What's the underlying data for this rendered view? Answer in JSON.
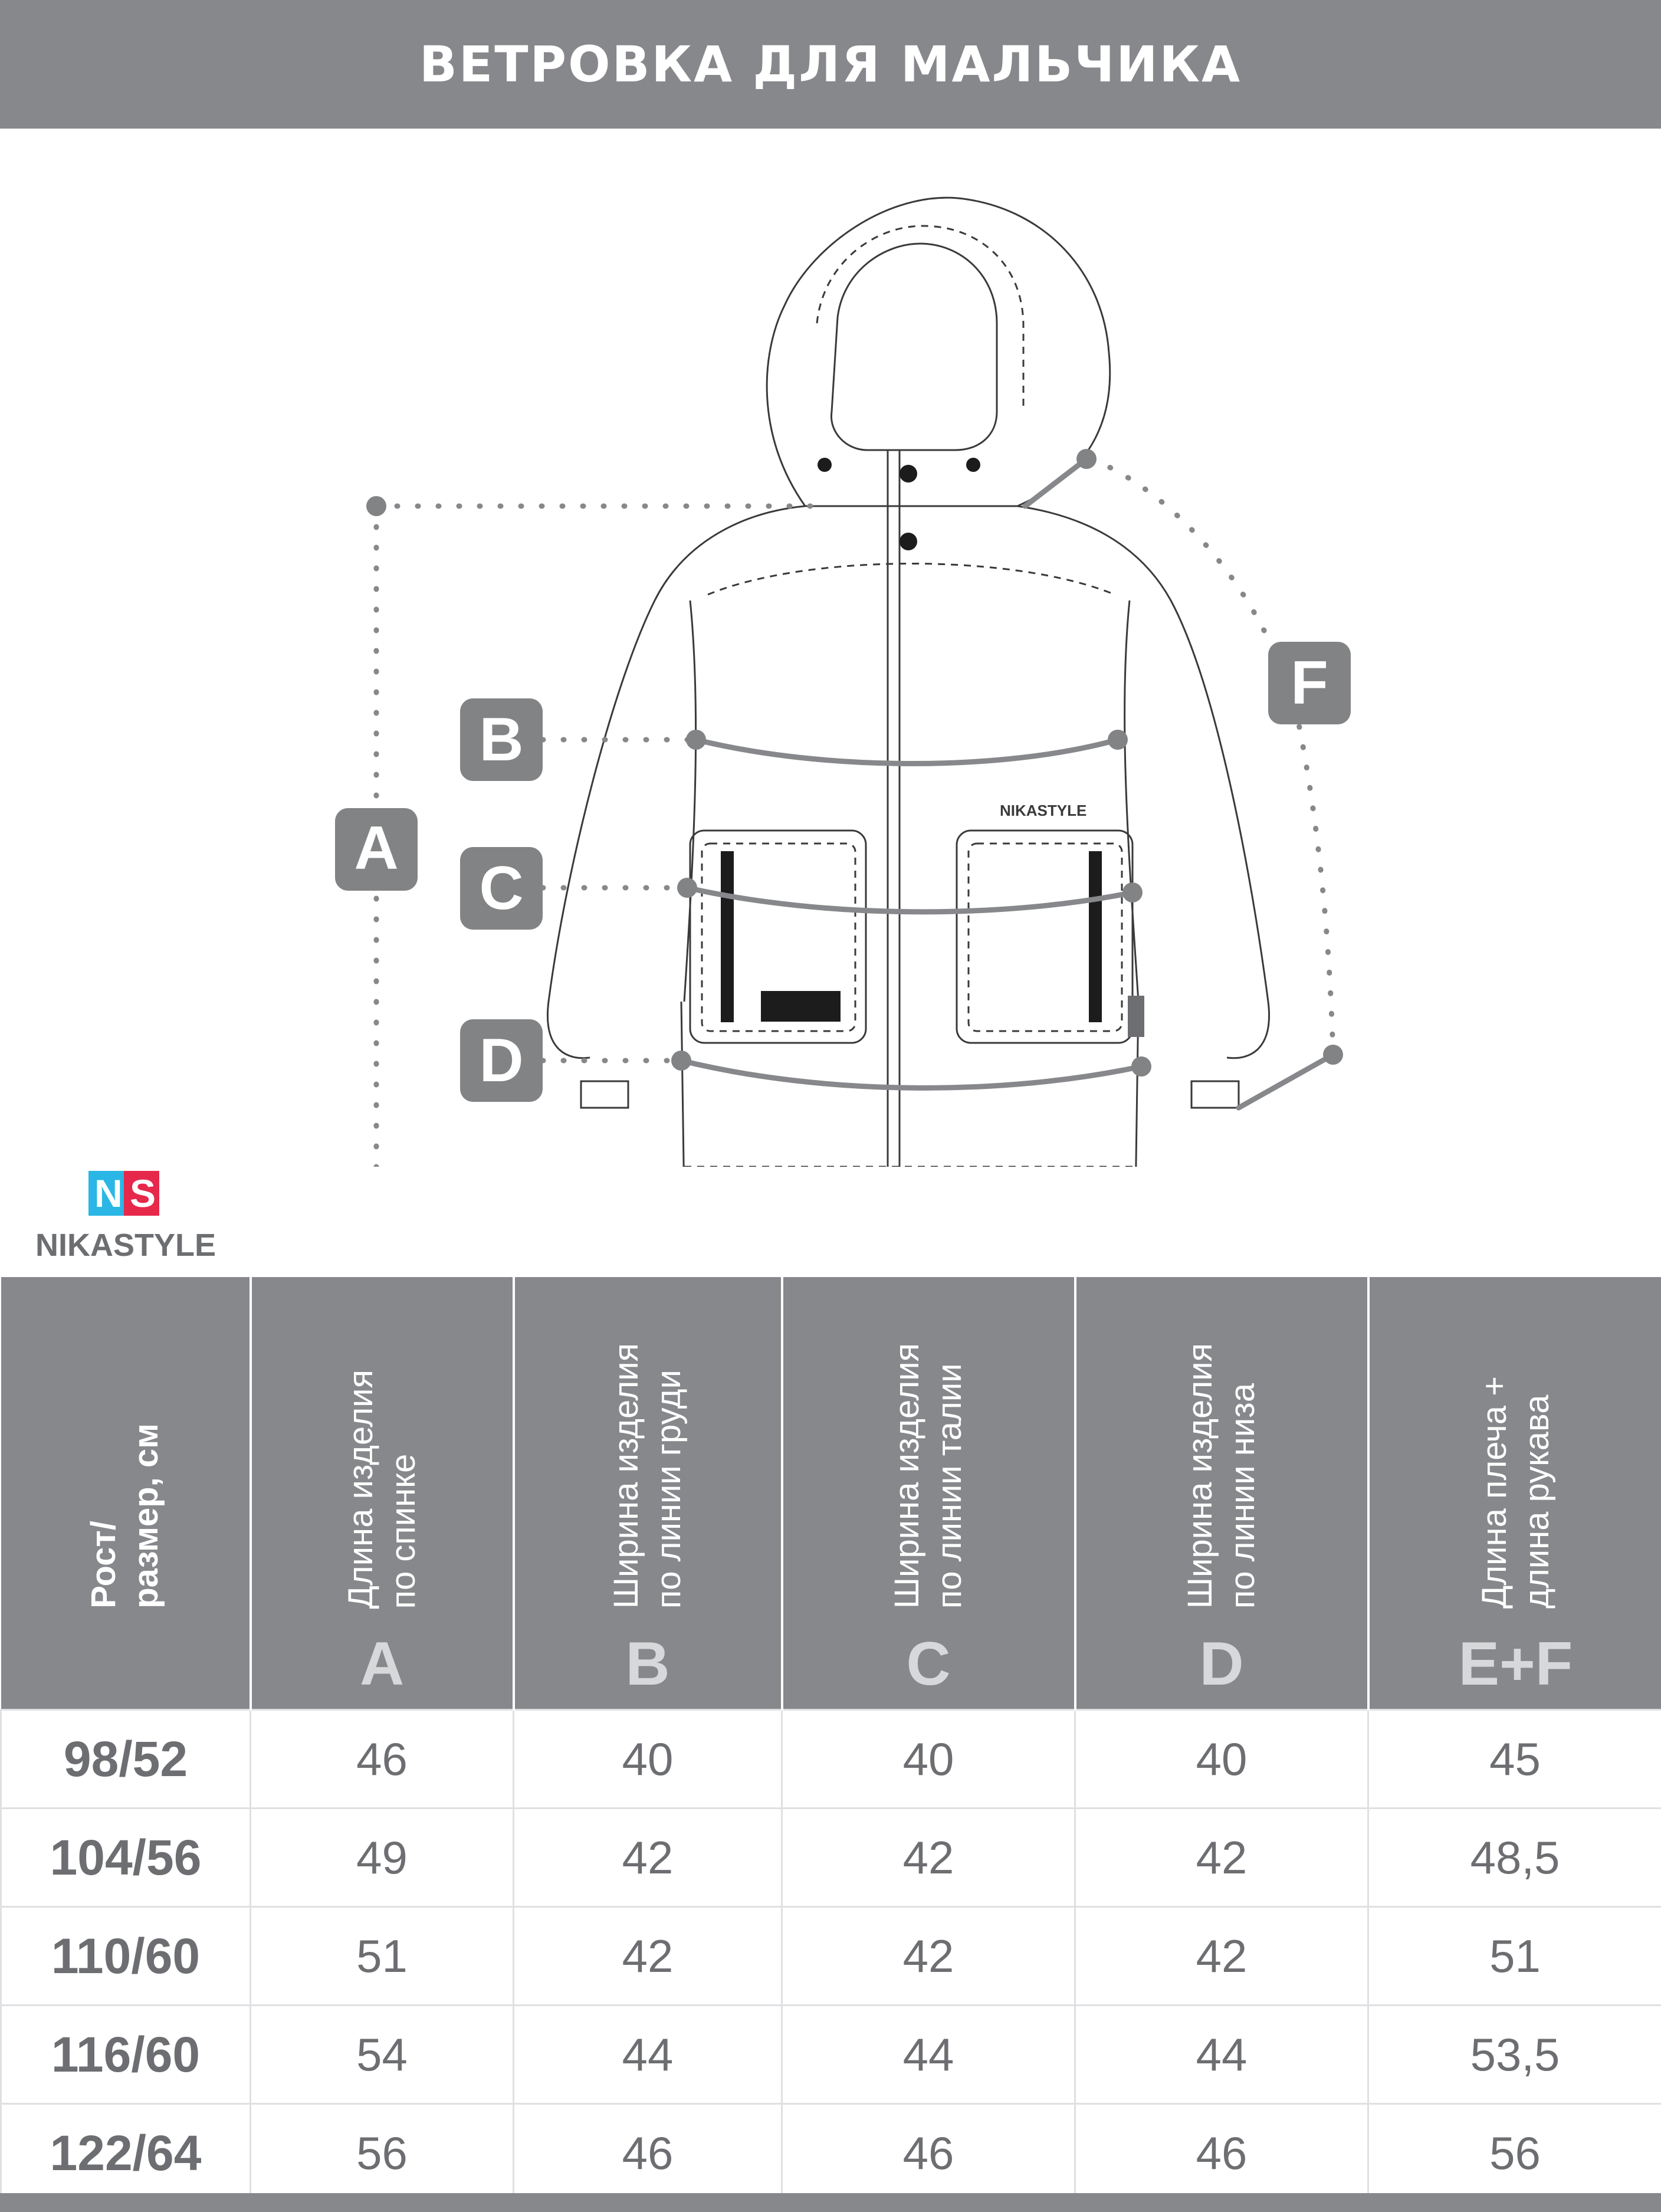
{
  "title": "ВЕТРОВКА ДЛЯ МАЛЬЧИКА",
  "brand": {
    "logo_letters": [
      "N",
      "S"
    ],
    "name": "NIKASTYLE",
    "colors": {
      "left": "#2ab7e6",
      "right": "#e6284b"
    }
  },
  "diagram": {
    "chest_label": "NIKASTYLE",
    "markers": [
      "A",
      "B",
      "C",
      "D",
      "F"
    ]
  },
  "table": {
    "headers": [
      {
        "label": "Рост/\nразмер, см",
        "letter": ""
      },
      {
        "label": "Длина изделия\nпо спинке",
        "letter": "A"
      },
      {
        "label": "Ширина изделия\nпо линии груди",
        "letter": "B"
      },
      {
        "label": "Ширина изделия\nпо линии талии",
        "letter": "C"
      },
      {
        "label": "Ширина изделия\nпо линии низа",
        "letter": "D"
      },
      {
        "label": "Длина плеча +\nдлина рукава",
        "letter": "E+F"
      }
    ],
    "rows": [
      [
        "98/52",
        "46",
        "40",
        "40",
        "40",
        "45"
      ],
      [
        "104/56",
        "49",
        "42",
        "42",
        "42",
        "48,5"
      ],
      [
        "110/60",
        "51",
        "42",
        "42",
        "42",
        "51"
      ],
      [
        "116/60",
        "54",
        "44",
        "44",
        "44",
        "53,5"
      ],
      [
        "122/64",
        "56",
        "46",
        "46",
        "46",
        "56"
      ]
    ]
  },
  "colors": {
    "bar": "#87888b",
    "marker": "#828385",
    "text": "#6d6e71",
    "grid": "#dfe0e2"
  }
}
